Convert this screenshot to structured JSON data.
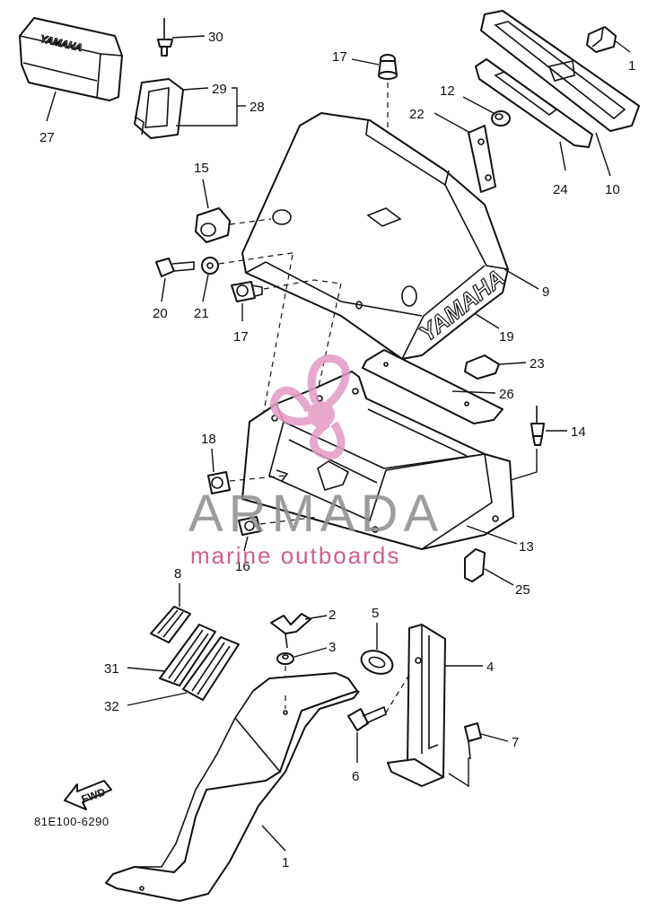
{
  "diagram": {
    "part_code": "81E100-6290",
    "fwd_label": "FWD",
    "callouts": {
      "c1_top": "1",
      "c1_bottom": "1",
      "c2": "2",
      "c3": "3",
      "c4": "4",
      "c5": "5",
      "c6": "6",
      "c7": "7",
      "c8": "8",
      "c9": "9",
      "c10": "10",
      "c12": "12",
      "c13": "13",
      "c14": "14",
      "c15": "15",
      "c16": "16",
      "c17_top": "17",
      "c17_mid": "17",
      "c18": "18",
      "c19": "19",
      "c20": "20",
      "c21": "21",
      "c22": "22",
      "c23": "23",
      "c24": "24",
      "c25": "25",
      "c26": "26",
      "c27": "27",
      "c28": "28",
      "c29": "29",
      "c30": "30",
      "c31": "31",
      "c32": "32"
    },
    "emboss": {
      "cover_text": "YAMAHA",
      "cap_text": "YAMAHA"
    }
  },
  "watermark": {
    "brand": "ARMADA",
    "subtitle": "marine outboards",
    "accent_color": "#e39ac4",
    "text_color": "#8d8d8d"
  }
}
